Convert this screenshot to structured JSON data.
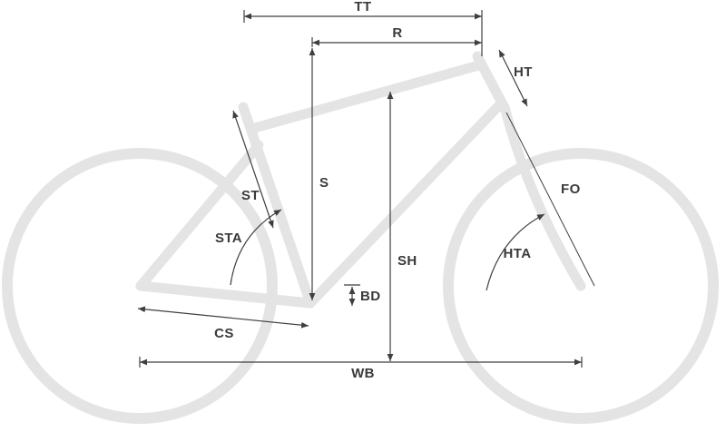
{
  "diagram": {
    "colors": {
      "background": "#ffffff",
      "frame": "#e4e4e4",
      "dimension": "#3f3f3f",
      "label": "#3a3a3a"
    },
    "labels": {
      "top_tube": "TT",
      "reach": "R",
      "head_tube": "HT",
      "seat_tube": "ST",
      "stack": "S",
      "seat_tube_angle": "STA",
      "standover_height": "SH",
      "fork_offset": "FO",
      "head_tube_angle": "HTA",
      "bb_drop": "BD",
      "chainstay": "CS",
      "wheelbase": "WB"
    }
  }
}
